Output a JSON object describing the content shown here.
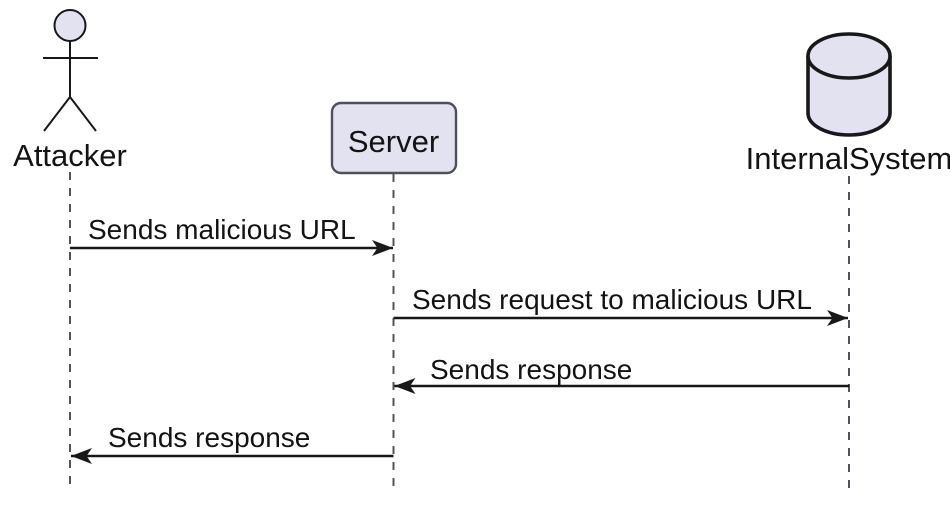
{
  "diagram": {
    "type": "sequence-diagram",
    "background_color": "#ffffff",
    "colors": {
      "shape_fill": "#e2e2f0",
      "shape_border": "#181818",
      "participant_box_border": "#50505c",
      "lifeline": "#52525e",
      "arrow": "#181818",
      "text": "#131313"
    },
    "participants": [
      {
        "name": "Attacker",
        "kind": "actor"
      },
      {
        "name": "Server",
        "kind": "participant"
      },
      {
        "name": "InternalSystem",
        "kind": "database"
      }
    ],
    "messages": [
      {
        "from": "Attacker",
        "to": "Server",
        "label": "Sends malicious URL",
        "line": "solid",
        "direction": "right"
      },
      {
        "from": "Server",
        "to": "InternalSystem",
        "label": "Sends request to malicious URL",
        "line": "solid",
        "direction": "right"
      },
      {
        "from": "InternalSystem",
        "to": "Server",
        "label": "Sends response",
        "line": "solid",
        "direction": "left"
      },
      {
        "from": "Server",
        "to": "Attacker",
        "label": "Sends response",
        "line": "solid",
        "direction": "left"
      }
    ]
  }
}
